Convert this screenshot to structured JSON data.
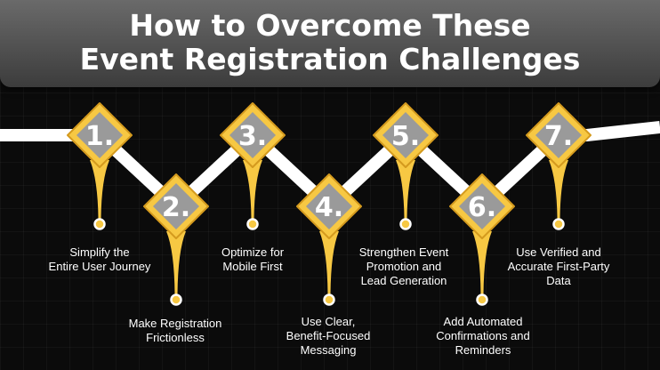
{
  "header": {
    "title_line1": "How to Overcome These",
    "title_line2": "Event Registration Challenges"
  },
  "colors": {
    "accent": "#f7c843",
    "accent_dark": "#d49a1e",
    "badge_fill": "#9a9a9a",
    "path": "#ffffff",
    "background": "#0b0b0b"
  },
  "steps": [
    {
      "number": "1.",
      "line1": "Simplify the",
      "line2": "Entire User Journey",
      "line3": ""
    },
    {
      "number": "2.",
      "line1": "Make Registration",
      "line2": "Frictionless",
      "line3": ""
    },
    {
      "number": "3.",
      "line1": "Optimize for",
      "line2": "Mobile First",
      "line3": ""
    },
    {
      "number": "4.",
      "line1": "Use Clear,",
      "line2": "Benefit-Focused",
      "line3": "Messaging"
    },
    {
      "number": "5.",
      "line1": "Strengthen Event",
      "line2": "Promotion and",
      "line3": "Lead Generation"
    },
    {
      "number": "6.",
      "line1": "Add Automated",
      "line2": "Confirmations and",
      "line3": "Reminders"
    },
    {
      "number": "7.",
      "line1": "Use Verified and",
      "line2": "Accurate First-Party",
      "line3": "Data"
    }
  ]
}
